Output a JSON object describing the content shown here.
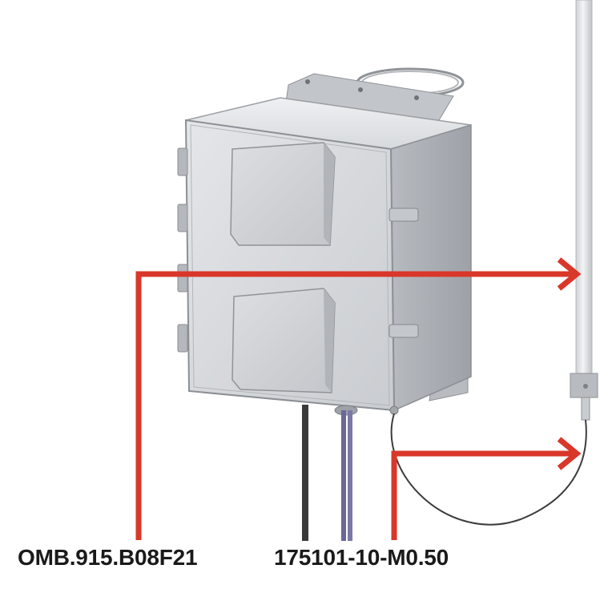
{
  "callouts": {
    "antenna_part_number": "OMB.915.B08F21",
    "cable_part_number": "175101-10-M0.50"
  },
  "colors": {
    "callout_line": "#d9372a",
    "enclosure_body": "#d8dadd",
    "enclosure_shadow": "#a9adb3",
    "antenna": "#e6e7e8",
    "mounting_bracket": "#b9bcc0",
    "conduit_dark": "#3a3a3a",
    "conduit_purple": "#6a6898",
    "label_text": "#1a1a1a"
  },
  "figure": {
    "subject": "outdoor-enclosure-with-pole-antenna",
    "icons": [
      "enclosure-icon",
      "antenna-icon",
      "cable-icon",
      "arrow-icon"
    ]
  }
}
